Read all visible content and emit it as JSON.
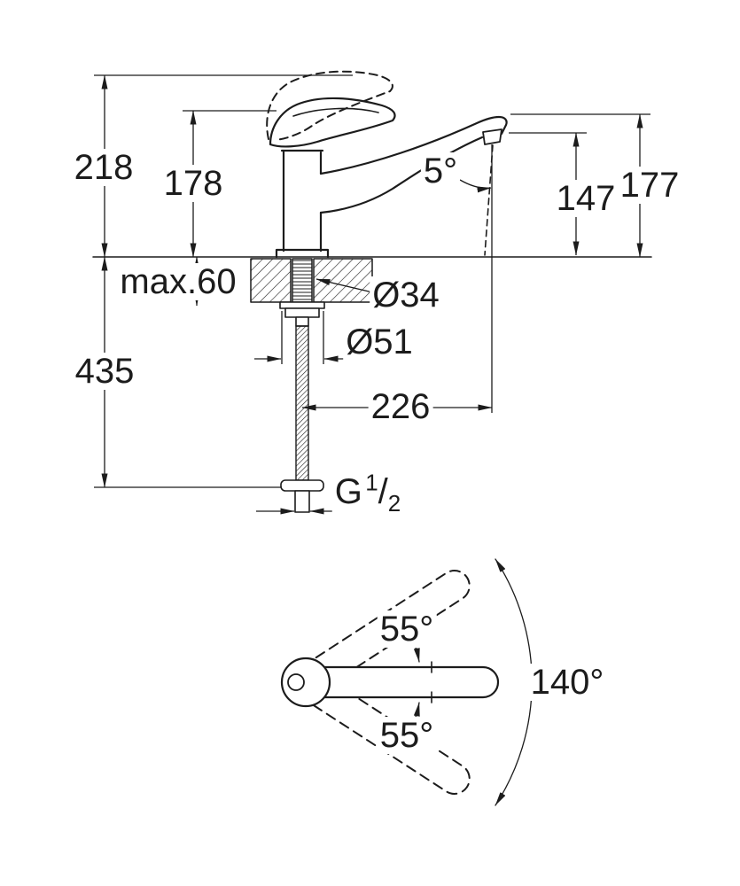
{
  "drawing": {
    "type": "technical-dimension-drawing",
    "subject": "single-lever kitchen faucet, side elevation and swivel top view"
  },
  "colors": {
    "line": "#1c1c1c",
    "background": "#ffffff"
  },
  "side_view": {
    "dim_218": "218",
    "dim_178": "178",
    "dim_angle_5": "5°",
    "dim_147": "147",
    "dim_177": "177",
    "dim_max60": "max.60",
    "dim_d34": "Ø34",
    "dim_d51": "Ø51",
    "dim_435": "435",
    "dim_226": "226",
    "thread": {
      "g": "G",
      "num": "1",
      "slash": "/",
      "den": "2"
    }
  },
  "top_view": {
    "dim_55_upper": "55°",
    "dim_55_lower": "55°",
    "dim_140": "140°"
  }
}
